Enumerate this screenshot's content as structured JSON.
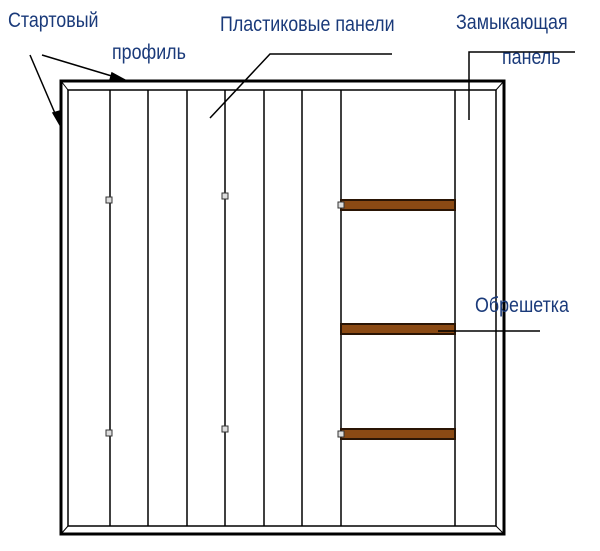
{
  "labels": {
    "start_profile_line1": "Стартовый",
    "start_profile_line2": "профиль",
    "plastic_panels": "Пластиковые панели",
    "closing_panel_line1": "Замыкающая",
    "closing_panel_line2": "панель",
    "lathing": "Обрешетка"
  },
  "colors": {
    "text": "#1a3a7a",
    "batten": "#8b4a14",
    "lines": "#000000"
  }
}
